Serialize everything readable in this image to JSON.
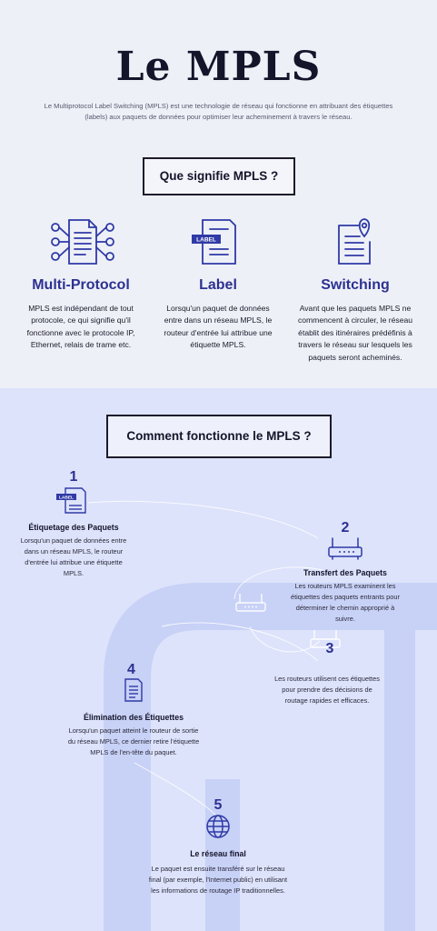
{
  "header": {
    "title": "Le MPLS",
    "intro": "Le Multiprotocol Label Switching (MPLS) est une technologie de réseau qui fonctionne en attribuant des étiquettes (labels) aux paquets de données pour optimiser leur acheminement à travers le réseau."
  },
  "section1": {
    "heading": "Que signifie MPLS ?",
    "columns": [
      {
        "icon": "network-document-icon",
        "title": "Multi-Protocol",
        "text": "MPLS est indépendant de tout protocole, ce qui signifie qu'il fonctionne avec le protocole IP, Ethernet, relais de trame etc."
      },
      {
        "icon": "label-document-icon",
        "title": "Label",
        "icon_text": "LABEL",
        "text": "Lorsqu'un paquet de données entre dans un réseau MPLS, le routeur d'entrée lui attribue une étiquette MPLS."
      },
      {
        "icon": "location-document-icon",
        "title": "Switching",
        "text": "Avant que les paquets MPLS ne commencent à circuler, le réseau établit des itinéraires prédéfinis à travers le réseau sur lesquels les paquets seront acheminés."
      }
    ]
  },
  "section2": {
    "heading": "Comment fonctionne le MPLS ?",
    "steps": [
      {
        "num": "1",
        "icon": "label-document-icon",
        "icon_text": "LABEL",
        "title": "Étiquetage des Paquets",
        "text": "Lorsqu'un paquet de données entre dans un réseau MPLS, le routeur d'entrée lui attribue une étiquette MPLS."
      },
      {
        "num": "2",
        "icon": "router-icon",
        "title": "Transfert des Paquets",
        "text": "Les routeurs MPLS examinent les étiquettes des paquets entrants pour déterminer le chemin approprié à suivre."
      },
      {
        "num": "3",
        "icon": "router-icon",
        "title": "",
        "text": "Les routeurs utilisent ces étiquettes pour prendre des décisions de routage rapides et efficaces."
      },
      {
        "num": "4",
        "icon": "document-icon",
        "title": "Élimination des Étiquettes",
        "text": "Lorsqu'un paquet atteint le routeur de sortie du réseau MPLS, ce dernier retire l'étiquette MPLS de l'en-tête du paquet."
      },
      {
        "num": "5",
        "icon": "globe-icon",
        "title": "Le réseau final",
        "text": "Le paquet est ensuite transféré sur le réseau final (par exemple, l'Internet public) en utilisant les informations de routage IP traditionnelles."
      }
    ]
  },
  "colors": {
    "accent": "#2c3191",
    "icon": "#2f3aa6",
    "top_bg": "#eef0f7",
    "bottom_bg": "#dde3fb",
    "shape": "#c9d2f7"
  }
}
